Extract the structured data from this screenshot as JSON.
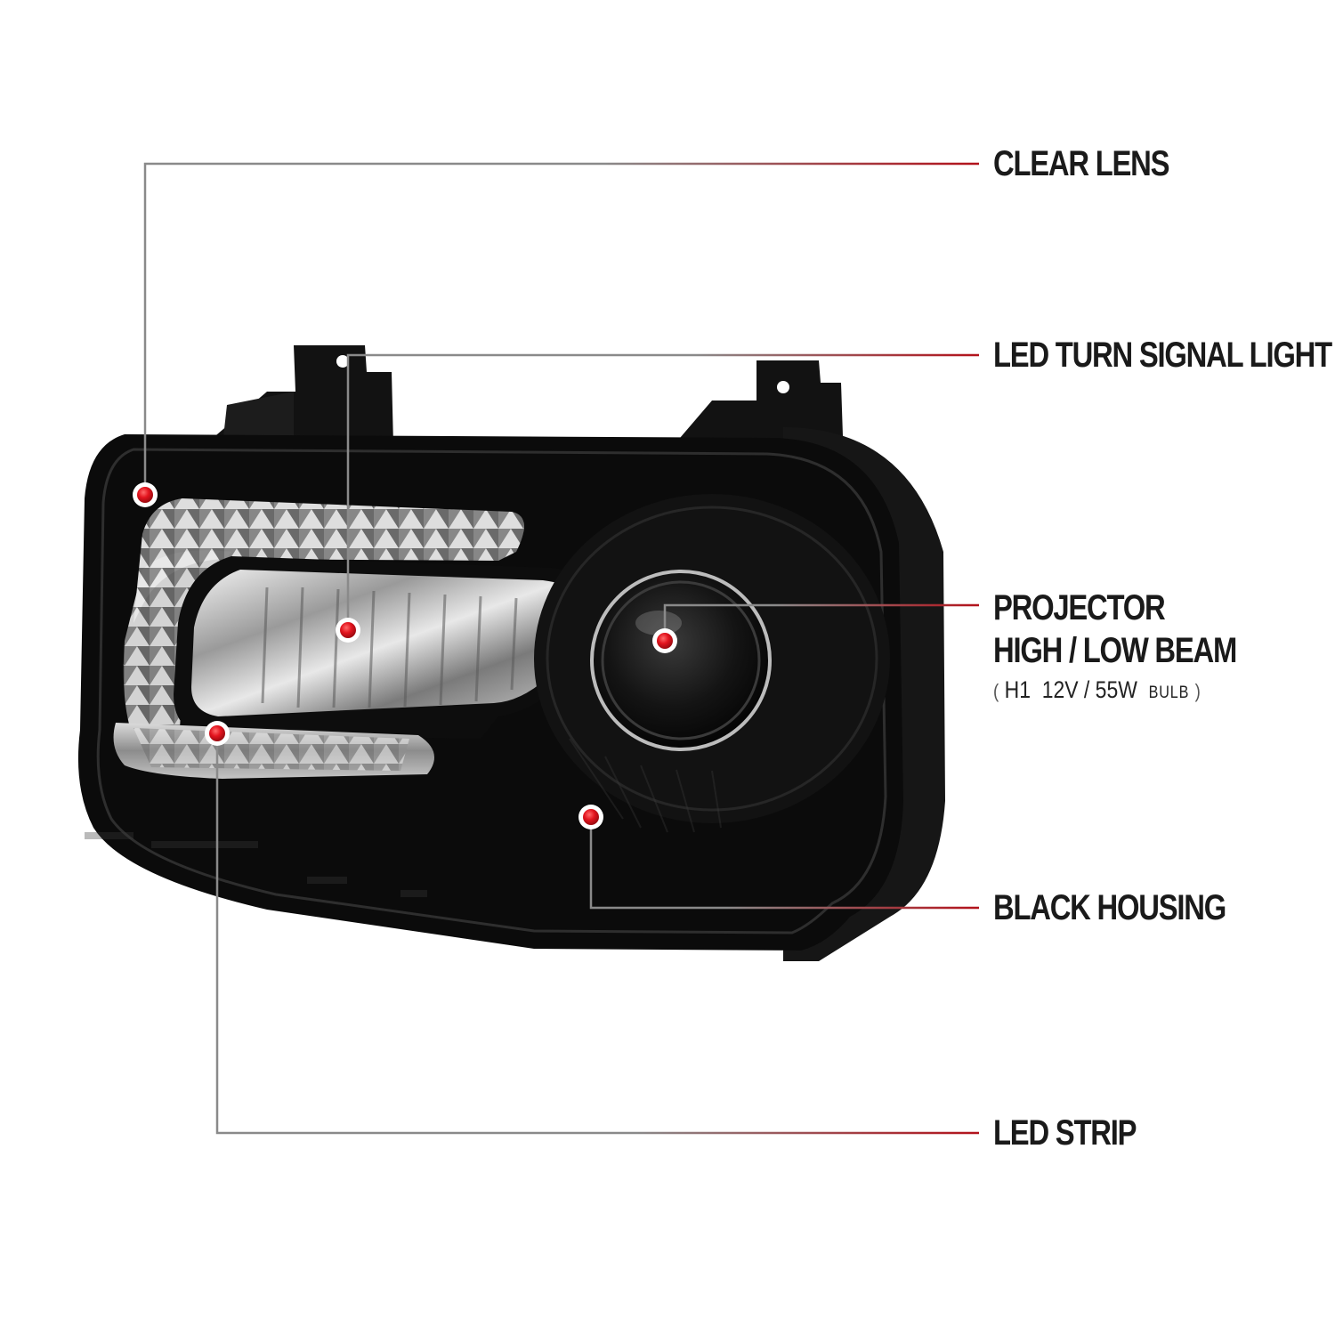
{
  "callouts": {
    "clear_lens": "CLEAR LENS",
    "led_turn_signal": "LED TURN SIGNAL LIGHT",
    "projector_line1": "PROJECTOR",
    "projector_line2": "HIGH / LOW BEAM",
    "bulb_open": "(",
    "bulb_type": "H1",
    "bulb_spec": "12V / 55W",
    "bulb_word": "BULB",
    "bulb_close": ")",
    "black_housing": "BLACK HOUSING",
    "led_strip": "LED STRIP"
  },
  "colors": {
    "leader_gray": "#8a8a8a",
    "leader_red": "#b3121b",
    "marker_red": "#e3141e",
    "housing_black": "#0b0b0b"
  },
  "icons": {
    "marker": "red-dot-marker-icon"
  }
}
